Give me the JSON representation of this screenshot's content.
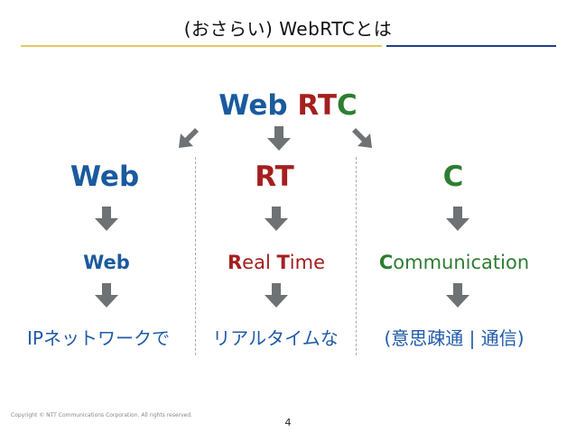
{
  "title": "(おさらい) WebRTCとは",
  "heading": {
    "web": "Web",
    "r": "R",
    "t": "T",
    "c": "C"
  },
  "columns": [
    {
      "top": "Web",
      "mid": "Web",
      "bottom": "IPネットワークで"
    },
    {
      "top": "RT",
      "mid_parts": [
        "R",
        "eal ",
        "T",
        "ime"
      ],
      "bottom": "リアルタイムな"
    },
    {
      "top": "C",
      "mid_parts": [
        "C",
        "ommunication"
      ],
      "bottom": "(意思疎通 | 通信)"
    }
  ],
  "footer": {
    "copyright": "Copyright © NTT Communications Corporation. All rights reserved.",
    "page": "4"
  },
  "colors": {
    "blue": "#1a5a9e",
    "red": "#a41f1f",
    "green": "#2e7d32",
    "arrow": "#6e7275"
  }
}
